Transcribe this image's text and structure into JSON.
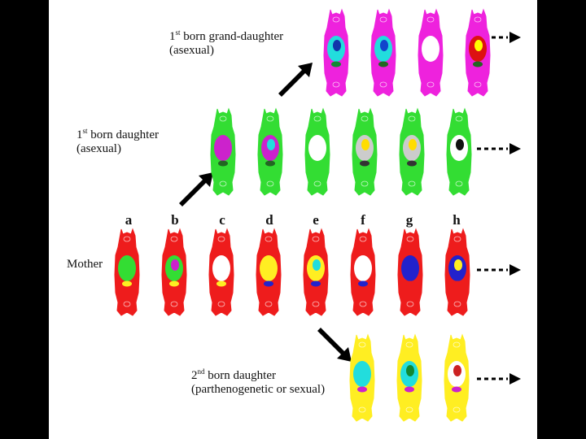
{
  "labels": {
    "grand_daughter": {
      "ordinal": "1",
      "suffix": "st",
      "line1": " born grand-daughter",
      "line2": "(asexual)"
    },
    "daughter": {
      "ordinal": "1",
      "suffix": "st",
      "line1": " born daughter",
      "line2": "(asexual)"
    },
    "mother": "Mother",
    "second_daughter": {
      "ordinal": "2",
      "suffix": "nd",
      "line1": " born daughter",
      "line2": "(parthenogenetic or sexual)"
    }
  },
  "letters": [
    "a",
    "b",
    "c",
    "d",
    "e",
    "f",
    "g",
    "h"
  ],
  "colors": {
    "background": "#000000",
    "panel": "#ffffff",
    "mother_body": "#ee1c1c",
    "daughter_body": "#33dd33",
    "grand_daughter_body": "#ee22dd",
    "second_daughter_body": "#ffee22",
    "arrow": "#000000"
  },
  "rows": [
    {
      "name": "grand-daughter-row",
      "body": "#ee22dd",
      "organisms": [
        {
          "embryo": "#22dddd",
          "inner": "#1133aa",
          "small": "#118833"
        },
        {
          "embryo": "#22dddd",
          "inner": "#1144cc",
          "small": "#226622"
        },
        {
          "embryo": "#ffffff",
          "inner": null,
          "small": null
        },
        {
          "embryo": "#dd1111",
          "inner": "#ffff00",
          "small": "#226622"
        }
      ]
    },
    {
      "name": "daughter-row",
      "body": "#33dd33",
      "organisms": [
        {
          "embryo": "#cc22cc",
          "inner": null,
          "small": "#226622"
        },
        {
          "embryo": "#cc22cc",
          "inner": "#22dddd",
          "small": "#226622"
        },
        {
          "embryo": "#ffffff",
          "inner": null,
          "small": null
        },
        {
          "embryo": "#cccccc",
          "inner": "#ffdd00",
          "small": "#333333"
        },
        {
          "embryo": "#cccccc",
          "inner": "#ffdd00",
          "small": "#333333"
        },
        {
          "embryo": "#ffffff",
          "inner": "#111111",
          "small": null
        }
      ]
    },
    {
      "name": "mother-row",
      "body": "#ee1c1c",
      "organisms": [
        {
          "embryo": "#33dd33",
          "inner": null,
          "small": "#ffee22"
        },
        {
          "embryo": "#33dd33",
          "inner": "#cc22cc",
          "small": "#ffee22"
        },
        {
          "embryo": "#ffffff",
          "inner": null,
          "small": "#ffee22"
        },
        {
          "embryo": "#ffee22",
          "inner": null,
          "small": "#2222cc"
        },
        {
          "embryo": "#ffee22",
          "inner": "#22dddd",
          "small": "#2222cc"
        },
        {
          "embryo": "#ffffff",
          "inner": null,
          "small": "#2222cc"
        },
        {
          "embryo": "#2222cc",
          "inner": null,
          "small": "#ee1c1c"
        },
        {
          "embryo": "#2222cc",
          "inner": "#ffee22",
          "small": "#ee1c1c"
        }
      ]
    },
    {
      "name": "second-daughter-row",
      "body": "#ffee22",
      "organisms": [
        {
          "embryo": "#22dddd",
          "inner": null,
          "small": "#cc22cc"
        },
        {
          "embryo": "#22dddd",
          "inner": "#118833",
          "small": "#cc22cc"
        },
        {
          "embryo": "#ffffff",
          "inner": "#cc2222",
          "small": "#cc22cc"
        }
      ]
    }
  ]
}
